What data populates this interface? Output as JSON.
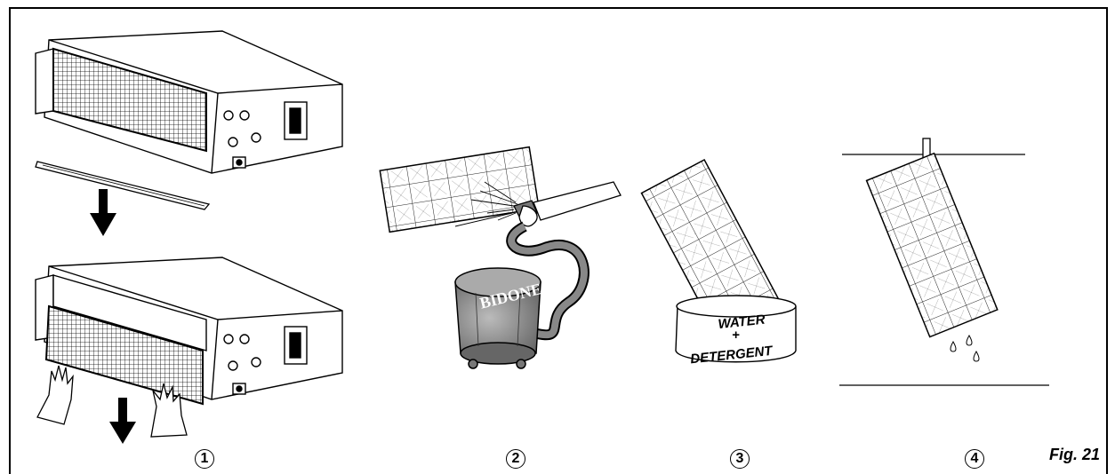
{
  "steps": [
    {
      "number": "1"
    },
    {
      "number": "2",
      "drum_label": "BIDONE"
    },
    {
      "number": "3",
      "basin_label_line1": "WATER",
      "basin_label_line2": "+",
      "basin_label_line3": "DETERGENT"
    },
    {
      "number": "4"
    }
  ],
  "figure_label": "Fig. 21"
}
